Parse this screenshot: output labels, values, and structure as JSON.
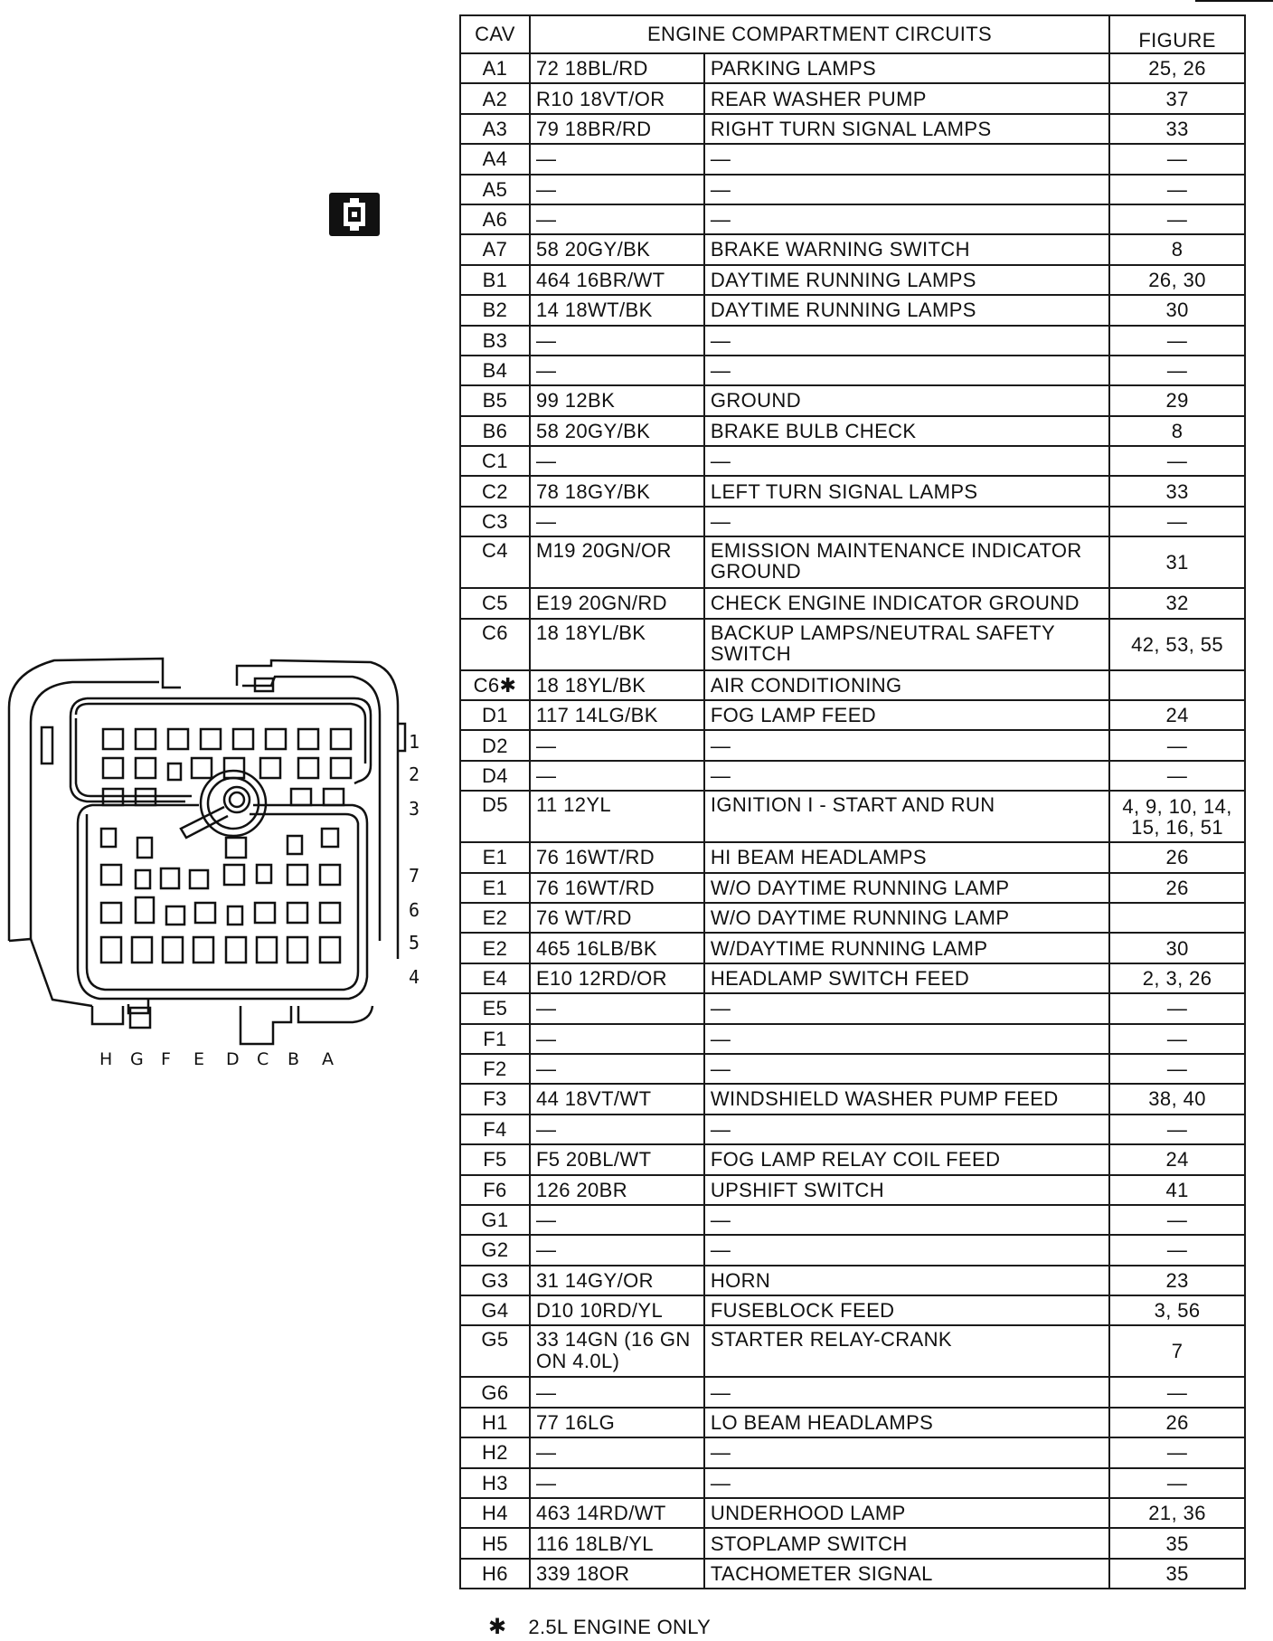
{
  "table": {
    "header": {
      "cav": "CAV",
      "title": "ENGINE COMPARTMENT CIRCUITS",
      "figure": "FIGURE"
    },
    "rows": [
      {
        "cav": "A1",
        "wire": "72   18BL/RD",
        "desc": "PARKING LAMPS",
        "fig": "25, 26"
      },
      {
        "cav": "A2",
        "wire": "R10   18VT/OR",
        "desc": "REAR WASHER PUMP",
        "fig": "37"
      },
      {
        "cav": "A3",
        "wire": "79   18BR/RD",
        "desc": "RIGHT TURN SIGNAL LAMPS",
        "fig": "33"
      },
      {
        "cav": "A4",
        "wire": "—",
        "desc": "—",
        "fig": "—"
      },
      {
        "cav": "A5",
        "wire": "—",
        "desc": "—",
        "fig": "—"
      },
      {
        "cav": "A6",
        "wire": "—",
        "desc": "—",
        "fig": "—"
      },
      {
        "cav": "A7",
        "wire": "58   20GY/BK",
        "desc": "BRAKE WARNING SWITCH",
        "fig": "8"
      },
      {
        "cav": "B1",
        "wire": "464   16BR/WT",
        "desc": "DAYTIME RUNNING LAMPS",
        "fig": "26, 30"
      },
      {
        "cav": "B2",
        "wire": "14   18WT/BK",
        "desc": "DAYTIME RUNNING LAMPS",
        "fig": "30"
      },
      {
        "cav": "B3",
        "wire": "—",
        "desc": "—",
        "fig": "—"
      },
      {
        "cav": "B4",
        "wire": "—",
        "desc": "—",
        "fig": "—"
      },
      {
        "cav": "B5",
        "wire": "99   12BK",
        "desc": "GROUND",
        "fig": "29"
      },
      {
        "cav": "B6",
        "wire": "58   20GY/BK",
        "desc": "BRAKE BULB CHECK",
        "fig": "8"
      },
      {
        "cav": "C1",
        "wire": "—",
        "desc": "—",
        "fig": "—"
      },
      {
        "cav": "C2",
        "wire": "78   18GY/BK",
        "desc": "LEFT TURN SIGNAL LAMPS",
        "fig": "33"
      },
      {
        "cav": "C3",
        "wire": "—",
        "desc": "—",
        "fig": "—"
      },
      {
        "cav": "C4",
        "wire": "M19   20GN/OR",
        "desc": "EMISSION MAINTENANCE INDICATOR GROUND",
        "fig": "31",
        "tall": true
      },
      {
        "cav": "C5",
        "wire": "E19   20GN/RD",
        "desc": "CHECK ENGINE INDICATOR GROUND",
        "fig": "32"
      },
      {
        "cav": "C6",
        "wire": "18   18YL/BK",
        "desc": "BACKUP LAMPS/NEUTRAL SAFETY SWITCH",
        "fig": "42, 53, 55",
        "tall": true
      },
      {
        "cav": "C6✱",
        "wire": "18   18YL/BK",
        "desc": "AIR CONDITIONING",
        "fig": ""
      },
      {
        "cav": "D1",
        "wire": "117   14LG/BK",
        "desc": "FOG LAMP FEED",
        "fig": "24"
      },
      {
        "cav": "D2",
        "wire": "—",
        "desc": "—",
        "fig": "—"
      },
      {
        "cav": "D4",
        "wire": "—",
        "desc": "—",
        "fig": "—"
      },
      {
        "cav": "D5",
        "wire": "11   12YL",
        "desc": "IGNITION I - START AND RUN",
        "fig": "4, 9, 10, 14, 15, 16, 51",
        "tall": true
      },
      {
        "cav": "E1",
        "wire": "76   16WT/RD",
        "desc": "HI BEAM HEADLAMPS",
        "fig": "26"
      },
      {
        "cav": "E1",
        "wire": "76   16WT/RD",
        "desc": "W/O DAYTIME RUNNING LAMP",
        "fig": "26"
      },
      {
        "cav": "E2",
        "wire": "76   WT/RD",
        "desc": "W/O DAYTIME RUNNING LAMP",
        "fig": ""
      },
      {
        "cav": "E2",
        "wire": "465   16LB/BK",
        "desc": "W/DAYTIME RUNNING LAMP",
        "fig": "30"
      },
      {
        "cav": "E4",
        "wire": "E10   12RD/OR",
        "desc": "HEADLAMP SWITCH FEED",
        "fig": "2, 3, 26"
      },
      {
        "cav": "E5",
        "wire": "—",
        "desc": "—",
        "fig": "—"
      },
      {
        "cav": "F1",
        "wire": "—",
        "desc": "—",
        "fig": "—"
      },
      {
        "cav": "F2",
        "wire": "—",
        "desc": "—",
        "fig": "—"
      },
      {
        "cav": "F3",
        "wire": "44   18VT/WT",
        "desc": "WINDSHIELD WASHER PUMP FEED",
        "fig": "38, 40"
      },
      {
        "cav": "F4",
        "wire": "—",
        "desc": "—",
        "fig": "—"
      },
      {
        "cav": "F5",
        "wire": "F5   20BL/WT",
        "desc": "FOG LAMP RELAY COIL FEED",
        "fig": "24"
      },
      {
        "cav": "F6",
        "wire": "126   20BR",
        "desc": "UPSHIFT SWITCH",
        "fig": "41"
      },
      {
        "cav": "G1",
        "wire": "—",
        "desc": "—",
        "fig": "—"
      },
      {
        "cav": "G2",
        "wire": "—",
        "desc": "—",
        "fig": "—"
      },
      {
        "cav": "G3",
        "wire": "31   14GY/OR",
        "desc": "HORN",
        "fig": "23"
      },
      {
        "cav": "G4",
        "wire": "D10   10RD/YL",
        "desc": "FUSEBLOCK FEED",
        "fig": "3, 56"
      },
      {
        "cav": "G5",
        "wire": "33   14GN (16 GN ON 4.0L)",
        "desc": "STARTER RELAY-CRANK",
        "fig": "7",
        "tall": true
      },
      {
        "cav": "G6",
        "wire": "—",
        "desc": "—",
        "fig": "—"
      },
      {
        "cav": "H1",
        "wire": "77   16LG",
        "desc": "LO BEAM HEADLAMPS",
        "fig": "26"
      },
      {
        "cav": "H2",
        "wire": "—",
        "desc": "—",
        "fig": "—"
      },
      {
        "cav": "H3",
        "wire": "—",
        "desc": "—",
        "fig": "—"
      },
      {
        "cav": "H4",
        "wire": "463   14RD/WT",
        "desc": "UNDERHOOD LAMP",
        "fig": "21, 36"
      },
      {
        "cav": "H5",
        "wire": "116   18LB/YL",
        "desc": "STOPLAMP SWITCH",
        "fig": "35"
      },
      {
        "cav": "H6",
        "wire": "339   18OR",
        "desc": "TACHOMETER SIGNAL",
        "fig": "35"
      }
    ]
  },
  "connector": {
    "row_labels": [
      "1",
      "2",
      "3",
      "7",
      "6",
      "5",
      "4"
    ],
    "col_labels": [
      "H",
      "G",
      "F",
      "E",
      "D",
      "C",
      "B",
      "A"
    ]
  },
  "footnote": {
    "symbol": "✱",
    "text": "2.5L ENGINE ONLY"
  },
  "icons": {
    "connector_icon": "connector-symbol-icon"
  },
  "colors": {
    "ink": "#111111",
    "paper": "#ffffff"
  }
}
